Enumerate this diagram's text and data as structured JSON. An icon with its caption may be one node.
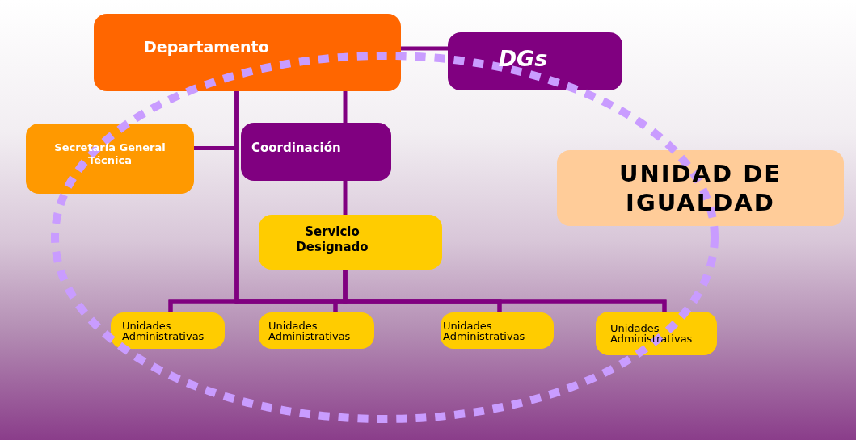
{
  "diagram": {
    "nodes": [
      {
        "text": [
          "Departamento"
        ]
      },
      {
        "text": [
          "DGs"
        ]
      },
      {
        "text": [
          "Secretaría General Técnica"
        ]
      },
      {
        "text": [
          "Coordinación"
        ]
      },
      {
        "text": [
          "UNIDAD DE IGUALDAD"
        ]
      },
      {
        "text": [
          "Servicio Designado"
        ]
      },
      {
        "text": [
          "Unidades Administrativas"
        ]
      },
      {
        "text": [
          "Unidades Administrativas"
        ]
      },
      {
        "text": [
          "Unidades Administrativas"
        ]
      },
      {
        "text": [
          "Unidades Administrativas"
        ]
      }
    ],
    "edges": [
      {
        "from": 0,
        "to": 1,
        "arrow": "none"
      },
      {
        "from": 0,
        "to": 2,
        "arrow": "none"
      },
      {
        "from": 0,
        "to": 3,
        "arrow": "none"
      },
      {
        "from": 3,
        "to": 5,
        "arrow": "none"
      },
      {
        "from": 0,
        "to": 6,
        "arrow": "none"
      },
      {
        "from": 0,
        "to": 7,
        "arrow": "none"
      },
      {
        "from": 0,
        "to": 8,
        "arrow": "none"
      },
      {
        "from": 0,
        "to": 9,
        "arrow": "none"
      },
      {
        "from": 5,
        "to": 6,
        "arrow": "none"
      },
      {
        "from": 5,
        "to": 7,
        "arrow": "none"
      },
      {
        "from": 5,
        "to": 8,
        "arrow": "none"
      },
      {
        "from": 5,
        "to": 9,
        "arrow": "none"
      }
    ]
  }
}
